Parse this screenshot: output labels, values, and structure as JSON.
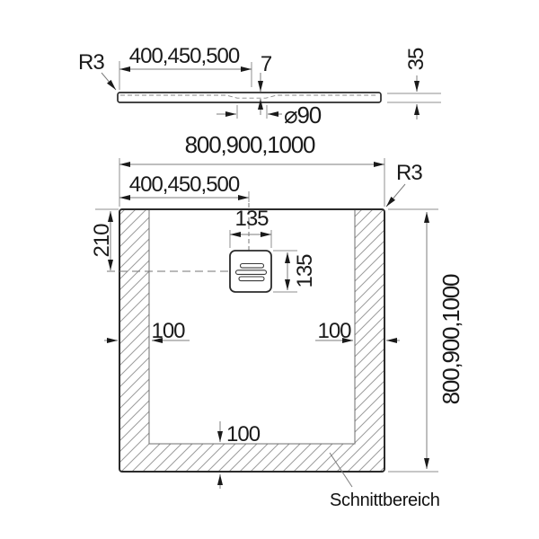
{
  "colors": {
    "background": "#ffffff",
    "outline": "#2b2b2b",
    "dimension_line": "#7d7d7d",
    "hatch": "#9c9c9c",
    "text": "#1a1a1a"
  },
  "side_view": {
    "radius_label": "R3",
    "width_to_drain": "400,450,500",
    "recess_depth": "7",
    "tray_height": "35",
    "drain_diameter": "⌀90"
  },
  "plan_view": {
    "overall_width": "800,900,1000",
    "width_to_drain": "400,450,500",
    "radius_label": "R3",
    "drain_offset_top": "210",
    "drain_width": "135",
    "drain_height": "135",
    "cut_margin_left": "100",
    "cut_margin_right": "100",
    "cut_margin_bottom": "100",
    "overall_height": "800,900,1000",
    "section_label": "Schnittbereich"
  }
}
